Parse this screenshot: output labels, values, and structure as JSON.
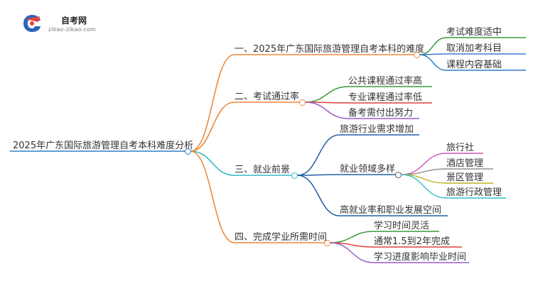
{
  "logo": {
    "name": "自考网",
    "url": "zikao-zikao.com"
  },
  "root": {
    "label": "2025年广东国际旅游管理自考本科难度分析"
  },
  "branches": [
    {
      "label": "一、2025年广东国际旅游管理自考本科的难度",
      "color": "#f0883a",
      "children": [
        {
          "label": "考试难度适中",
          "color": "#3a9a3a"
        },
        {
          "label": "取消加考科目",
          "color": "#4478d0"
        },
        {
          "label": "课程内容基础",
          "color": "#2f7ec4"
        }
      ]
    },
    {
      "label": "二、考试通过率",
      "color": "#f0883a",
      "children": [
        {
          "label": "公共课程通过率高",
          "color": "#3a9a3a"
        },
        {
          "label": "专业课程通过率低",
          "color": "#e0403a"
        },
        {
          "label": "备考需付出努力",
          "color": "#9a5cc8"
        }
      ]
    },
    {
      "label": "三、就业前景",
      "color": "#30b8c8",
      "children": [
        {
          "label": "旅游行业需求增加",
          "color": "#2060a8"
        },
        {
          "label": "就业领域多样",
          "color": "#2060a8",
          "children": [
            {
              "label": "旅行社",
              "color": "#d050b8"
            },
            {
              "label": "酒店管理",
              "color": "#909090"
            },
            {
              "label": "景区管理",
              "color": "#b8b020"
            },
            {
              "label": "旅游行政管理",
              "color": "#30c0d0"
            }
          ]
        },
        {
          "label": "高就业率和职业发展空间",
          "color": "#2060a8"
        }
      ]
    },
    {
      "label": "四、完成学业所需时间",
      "color": "#f0883a",
      "children": [
        {
          "label": "学习时间灵活",
          "color": "#3a9a3a"
        },
        {
          "label": "通常1.5到2年完成",
          "color": "#e0403a"
        },
        {
          "label": "学习进度影响毕业时间",
          "color": "#9a5cc8"
        }
      ]
    }
  ]
}
